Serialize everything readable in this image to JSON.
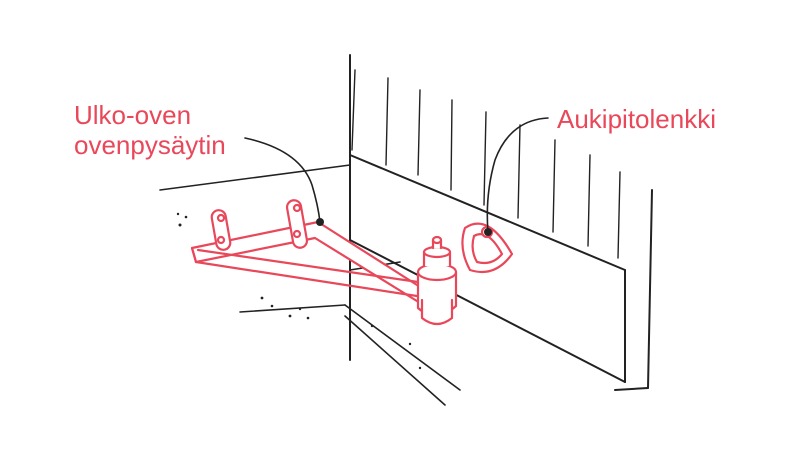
{
  "labels": {
    "left": [
      "Ulko-oven",
      "ovenpysäytin"
    ],
    "right": "Aukipitolenkki"
  },
  "colors": {
    "accent": "#e8485a",
    "ink": "#222222",
    "background": "#ffffff"
  }
}
